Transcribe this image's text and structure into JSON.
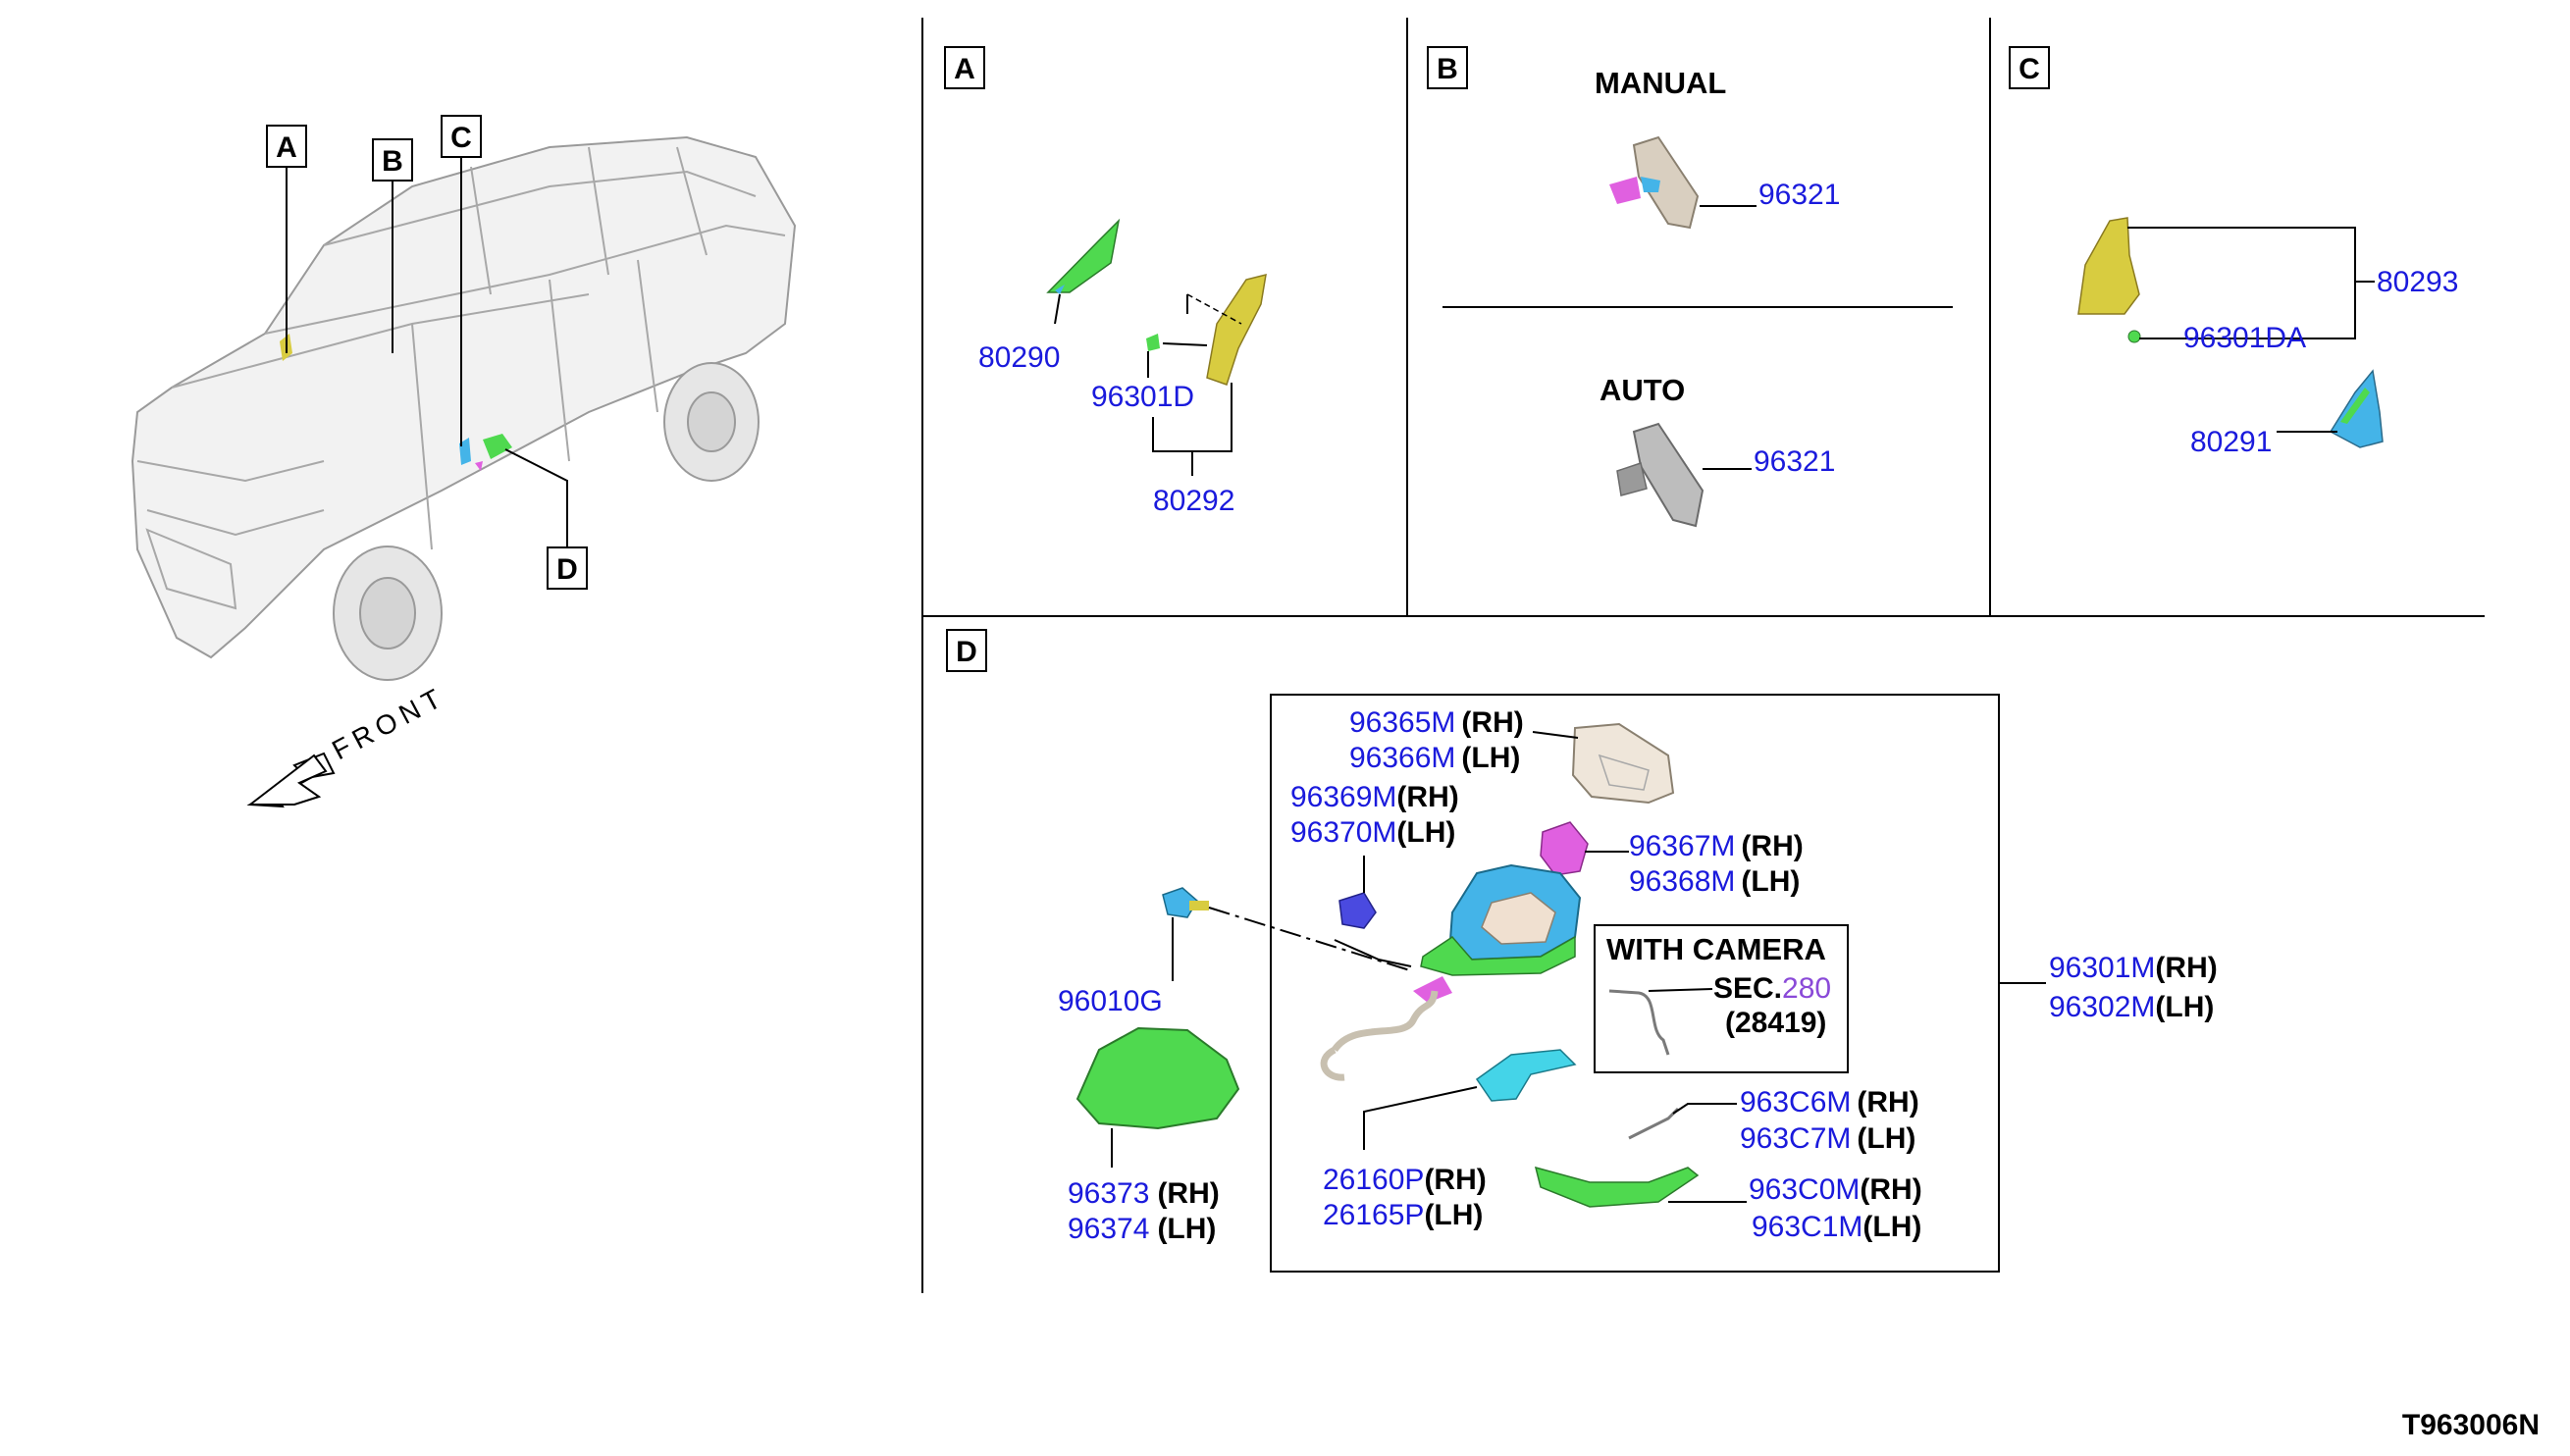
{
  "diagram_code": "T963006N",
  "overview": {
    "callouts": [
      "A",
      "B",
      "C",
      "D"
    ],
    "front_label": "FRONT"
  },
  "section_a": {
    "label": "A",
    "parts": [
      "80290",
      "96301D",
      "80292"
    ]
  },
  "section_b": {
    "label": "B",
    "manual_label": "MANUAL",
    "auto_label": "AUTO",
    "manual_part": "96321",
    "auto_part": "96321"
  },
  "section_c": {
    "label": "C",
    "parts": [
      "80293",
      "96301DA",
      "80291"
    ]
  },
  "section_d": {
    "label": "D",
    "camera_box": {
      "title": "WITH CAMERA",
      "sec_prefix": "SEC.",
      "sec_number": "280",
      "ref": "(28419)"
    },
    "parts": [
      {
        "rh": "96365M",
        "lh": "96366M",
        "rh_suffix": "(RH)",
        "lh_suffix": "(LH)"
      },
      {
        "rh": "96369M",
        "lh": "96370M",
        "rh_suffix": "(RH)",
        "lh_suffix": "(LH)"
      },
      {
        "rh": "96367M",
        "lh": "96368M",
        "rh_suffix": "(RH)",
        "lh_suffix": "(LH)"
      },
      {
        "rh": "96301M",
        "lh": "96302M",
        "rh_suffix": "(RH)",
        "lh_suffix": "(LH)"
      },
      {
        "single": "96010G"
      },
      {
        "rh": "963C6M",
        "lh": "963C7M",
        "rh_suffix": "(RH)",
        "lh_suffix": "(LH)"
      },
      {
        "rh": "26160P",
        "lh": "26165P",
        "rh_suffix": "(RH)",
        "lh_suffix": "(LH)"
      },
      {
        "rh": "963C0M",
        "lh": "963C1M",
        "rh_suffix": "(RH)",
        "lh_suffix": "(LH)"
      },
      {
        "rh": "96373",
        "lh": "96374",
        "rh_suffix": "(RH)",
        "lh_suffix": "(LH)"
      }
    ]
  },
  "colors": {
    "part_number": "#1a1adc",
    "sec_number": "#8a4ad8",
    "green_part": "#4fd94f",
    "blue_part": "#44b4e8",
    "yellow_part": "#d8cc40",
    "magenta_part": "#e060e0"
  }
}
